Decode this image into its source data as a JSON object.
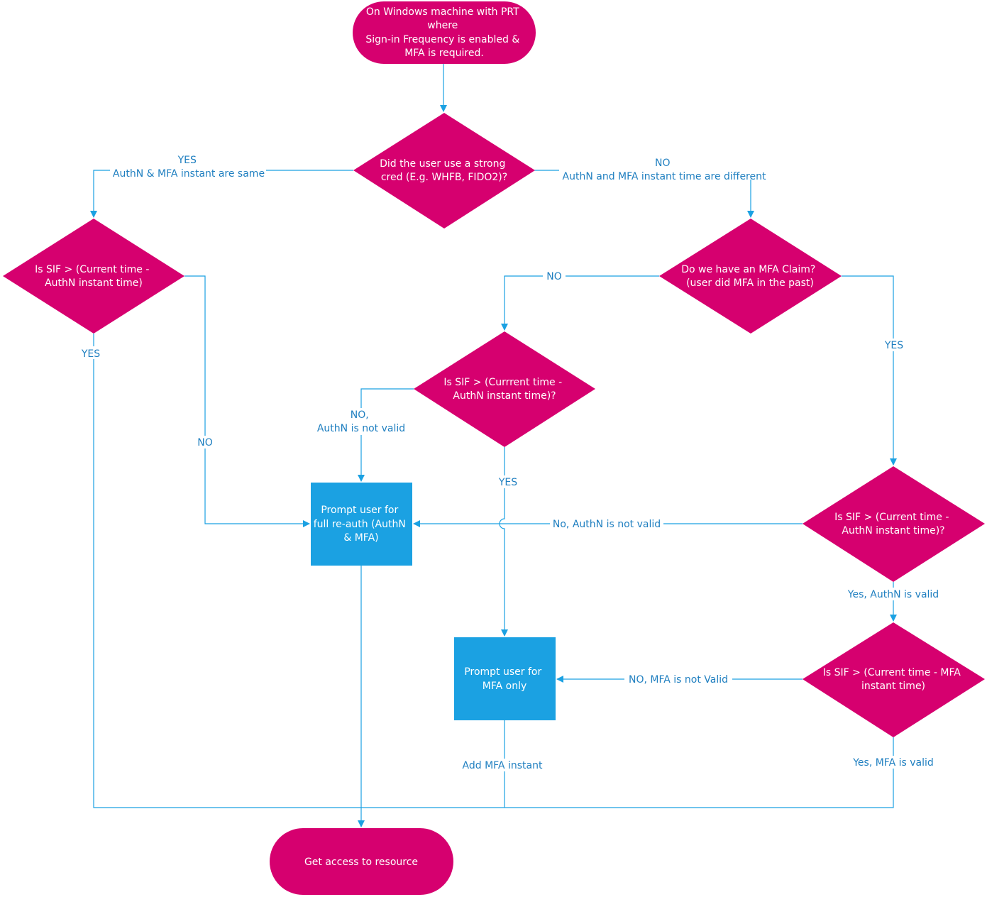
{
  "colors": {
    "terminal": "#d6006f",
    "decision": "#d6006f",
    "process": "#1ba1e2",
    "connector": "#1ba1e2",
    "node_text": "#ffffff",
    "label_text": "#1f7fc0"
  },
  "nodes": {
    "start": {
      "shape": "terminal",
      "lines": [
        "On Windows machine with PRT",
        "where",
        "Sign-in Frequency is enabled &",
        "MFA is required."
      ]
    },
    "d_strong_cred": {
      "shape": "decision",
      "lines": [
        "Did the user use a strong",
        "cred (E.g. WHFB, FIDO2)?"
      ]
    },
    "d_sif_authn_left": {
      "shape": "decision",
      "lines": [
        "Is SIF > (Current time -",
        "AuthN instant time)"
      ]
    },
    "d_mfa_claim": {
      "shape": "decision",
      "lines": [
        "Do we have an MFA Claim?",
        "(user did MFA in the past)"
      ]
    },
    "d_sif_authn_mid": {
      "shape": "decision",
      "lines": [
        "Is SIF > (Currrent time -",
        "AuthN instant time)?"
      ]
    },
    "d_sif_authn_right": {
      "shape": "decision",
      "lines": [
        "Is SIF > (Current time -",
        "AuthN instant time)?"
      ]
    },
    "d_sif_mfa": {
      "shape": "decision",
      "lines": [
        "Is SIF > (Current time - MFA",
        "instant time)"
      ]
    },
    "p_full_reauth": {
      "shape": "process",
      "lines": [
        "Prompt user for",
        "full re-auth (AuthN",
        "& MFA)"
      ]
    },
    "p_mfa_only": {
      "shape": "process",
      "lines": [
        "Prompt user for",
        "MFA only"
      ]
    },
    "end": {
      "shape": "terminal",
      "lines": [
        "Get access to resource"
      ]
    }
  },
  "edge_labels": {
    "strong_yes": [
      "YES",
      "AuthN & MFA instant are same"
    ],
    "strong_no": [
      "NO",
      "AuthN and MFA instant time are different"
    ],
    "left_yes": [
      "YES"
    ],
    "left_no": [
      "NO"
    ],
    "claim_no": [
      "NO"
    ],
    "claim_yes": [
      "YES"
    ],
    "mid_no": [
      "NO,",
      "AuthN is not valid"
    ],
    "mid_yes": [
      "YES"
    ],
    "right_no": [
      "No, AuthN is not valid"
    ],
    "right_yes": [
      "Yes, AuthN is valid"
    ],
    "mfa_no": [
      "NO, MFA is not Valid"
    ],
    "mfa_yes": [
      "Yes, MFA is valid"
    ],
    "add_mfa": [
      "Add MFA instant"
    ]
  }
}
